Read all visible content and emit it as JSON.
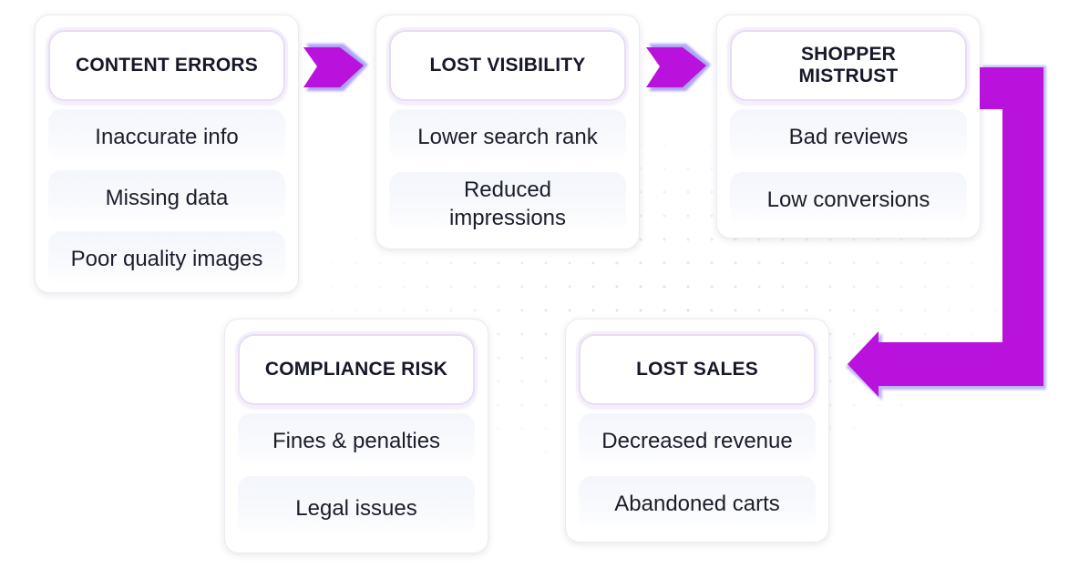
{
  "nodes": {
    "content_errors": {
      "title": "CONTENT ERRORS",
      "items": [
        "Inaccurate info",
        "Missing data",
        "Poor quality images"
      ]
    },
    "lost_visibility": {
      "title": "LOST VISIBILITY",
      "items": [
        "Lower search rank",
        "Reduced impressions"
      ]
    },
    "shopper_mistrust": {
      "title": "SHOPPER MISTRUST",
      "items": [
        "Bad reviews",
        "Low conversions"
      ]
    },
    "lost_sales": {
      "title": "LOST SALES",
      "items": [
        "Decreased revenue",
        "Abandoned carts"
      ]
    },
    "compliance_risk": {
      "title": "COMPLIANCE RISK",
      "items": [
        "Fines & penalties",
        "Legal issues"
      ]
    }
  },
  "colors": {
    "arrow": "#b912dc",
    "arrow_shadow": "#6a5cf0",
    "header_border": "#e7dcf3"
  }
}
